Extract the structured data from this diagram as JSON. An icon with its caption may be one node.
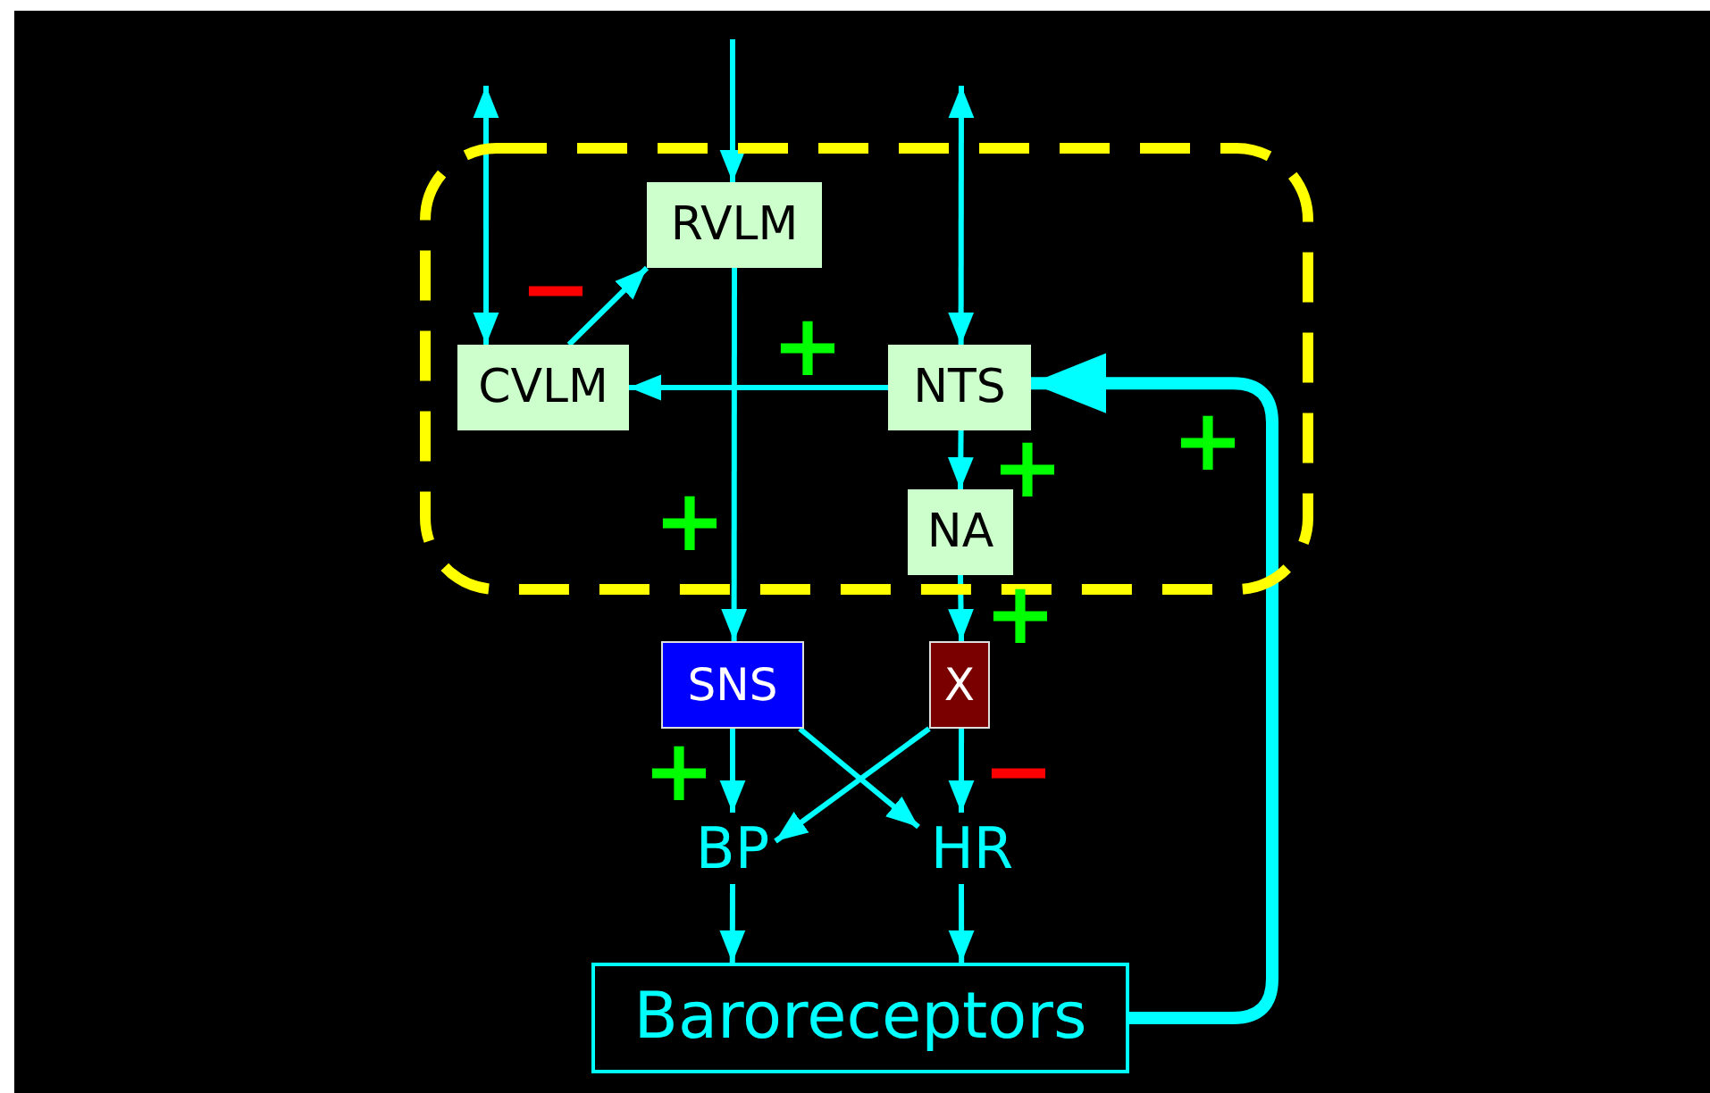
{
  "diagram": {
    "nodes": [
      {
        "text": [],
        "shape": "box"
      },
      {
        "text": [
          "RVLM"
        ],
        "in": 0
      },
      {
        "text": [
          "CVLM"
        ],
        "in": 0
      },
      {
        "text": [
          "NTS"
        ],
        "in": 0
      },
      {
        "text": [
          "NA"
        ],
        "in": 0
      },
      {
        "text": [
          "SNS"
        ]
      },
      {
        "text": [
          "X"
        ]
      },
      {
        "text": [
          "BP"
        ]
      },
      {
        "text": [
          "HR"
        ]
      },
      {
        "text": [
          "Baroreceptors"
        ]
      }
    ],
    "edges": [
      {
        "from": null,
        "to": 1,
        "arrow": "to"
      },
      {
        "from": null,
        "to": 2,
        "arrow": "both"
      },
      {
        "from": null,
        "to": 3,
        "arrow": "both"
      },
      {
        "from": 2,
        "to": 1,
        "arrow": "to"
      },
      {
        "from": 1,
        "to": 5,
        "arrow": "to"
      },
      {
        "from": 3,
        "to": 2,
        "arrow": "to"
      },
      {
        "from": 3,
        "to": 4,
        "arrow": "to"
      },
      {
        "from": 4,
        "to": 6,
        "arrow": "to"
      },
      {
        "from": 5,
        "to": 7,
        "arrow": "to"
      },
      {
        "from": 5,
        "to": 8,
        "arrow": "to"
      },
      {
        "from": 6,
        "to": 7,
        "arrow": "to"
      },
      {
        "from": 6,
        "to": 8,
        "arrow": "to"
      },
      {
        "from": 7,
        "to": 9,
        "arrow": "to"
      },
      {
        "from": 8,
        "to": 9,
        "arrow": "to"
      },
      {
        "from": 9,
        "to": 3,
        "arrow": "to",
        "style": "thick"
      }
    ],
    "labels": [
      "−",
      "+",
      "+",
      "+",
      "+",
      "+",
      "+",
      "−"
    ]
  }
}
